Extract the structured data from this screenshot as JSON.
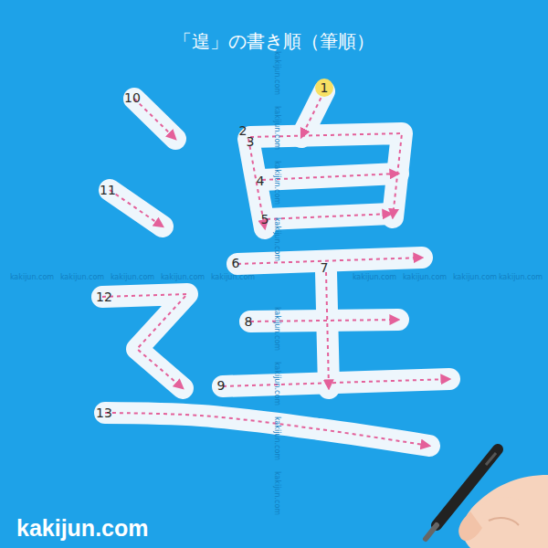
{
  "diagram": {
    "title": "「遑」の書き順（筆順）",
    "labels": [
      "1",
      "2",
      "3",
      "4",
      "5",
      "6",
      "7",
      "8",
      "9",
      "10",
      "11",
      "12",
      "13",
      "kakijun.com",
      "kakijun.com",
      "kakijun.com",
      "kakijun.com",
      "kakijun.com",
      "kakijun.com",
      "kakijun.com",
      "kakijun.com",
      "kakijun.com",
      "kakijun.com",
      "kakijun.com",
      "kakijun.com",
      "kakijun.com",
      "kakijun.com",
      "kakijun.com",
      "kakijun.com",
      "kakijun.com",
      "kakijun.com"
    ]
  }
}
